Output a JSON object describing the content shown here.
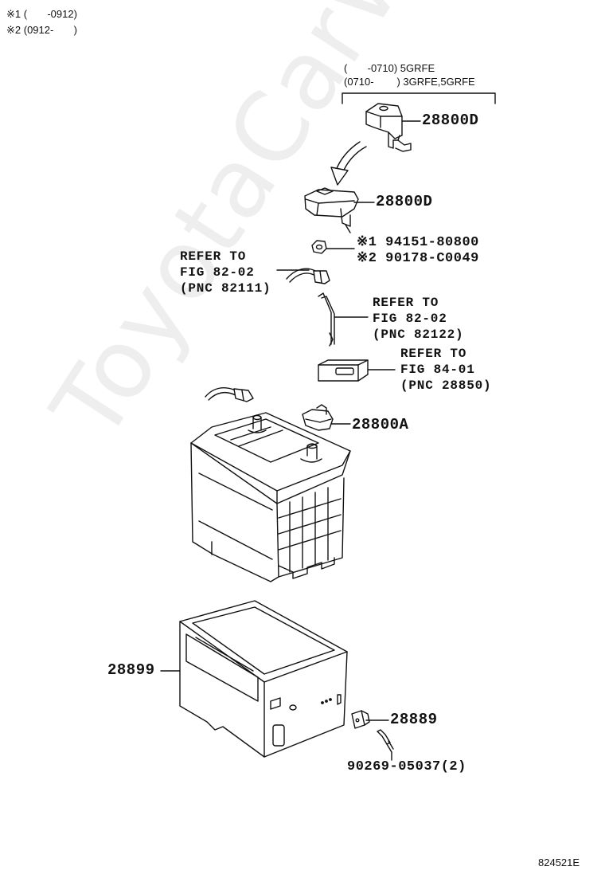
{
  "notes": {
    "note1": "※1 (       -0912)",
    "note2": "※2 (0912-       )"
  },
  "variant_header": {
    "line1": "(       -0710) 5GRFE",
    "line2": "(0710-        ) 3GRFE,5GRFE"
  },
  "parts": {
    "clamp_upper": "28800D",
    "clamp_lower": "28800D",
    "nut1": "※1 94151-80800",
    "nut2": "※2 90178-C0049",
    "clamp_a": "28800A",
    "carrier": "28899",
    "bracket": "28889",
    "bolt": "90269-05037(2)"
  },
  "refs": {
    "ref1": [
      "REFER TO",
      "FIG 82-02",
      "(PNC 82111)"
    ],
    "ref2": [
      "REFER TO",
      "FIG 82-02",
      "(PNC 82122)"
    ],
    "ref3": [
      "REFER TO",
      "FIG 84-01",
      "(PNC 28850)"
    ]
  },
  "figure_id": "824521E",
  "watermark": "ToyotaCarWire.ru"
}
